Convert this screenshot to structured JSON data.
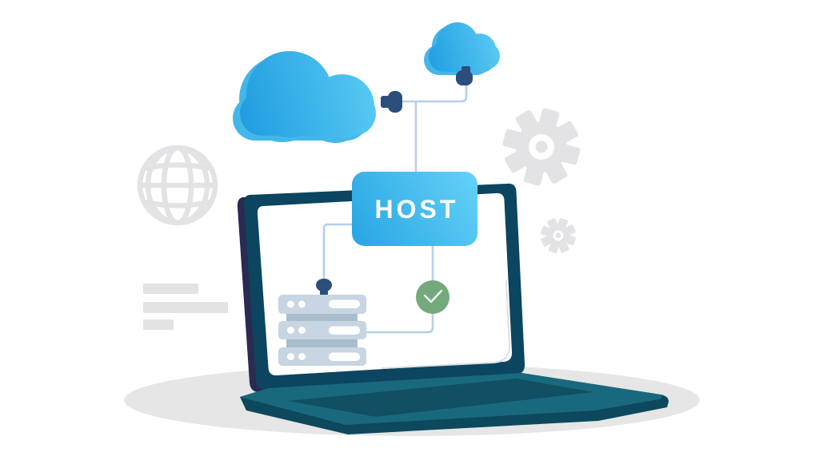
{
  "illustration": {
    "description": "Flat vector illustration of cloud hosting: two clouds plugged into a HOST badge above a laptop whose screen shows a server rack connected to a success checkmark; decorative gray globe, gears and text placeholder bars in the background",
    "host_label": "HOST",
    "icons": [
      "cloud-icon-large",
      "cloud-icon-small",
      "plug-icon",
      "server-rack-icon",
      "check-icon",
      "globe-icon",
      "gear-large-icon",
      "gear-small-icon"
    ],
    "placeholder_bar_count": 3,
    "palette": {
      "cloud_gradient_start": "#1e9bdf",
      "cloud_gradient_end": "#5ccdf4",
      "cloud_back_layer": "#44b7ea",
      "host_gradient_start": "#29a7e3",
      "host_gradient_end": "#63d0f6",
      "connector_line": "#b5cfeb",
      "plug": "#2b4e7c",
      "laptop_bezel": "#0c455f",
      "laptop_edge_shadow": "#2b2a52",
      "laptop_deck": "#19697e",
      "keyboard_recess": "#114f63",
      "laptop_front": "#0d485d",
      "screen": "#ffffff",
      "server_body": "#c8d5e2",
      "server_divider": "#a9bdcc",
      "check_green": "#73a97b",
      "background_icons": "#e3e3e6",
      "ground_shadow": "#e6e6e6"
    }
  }
}
